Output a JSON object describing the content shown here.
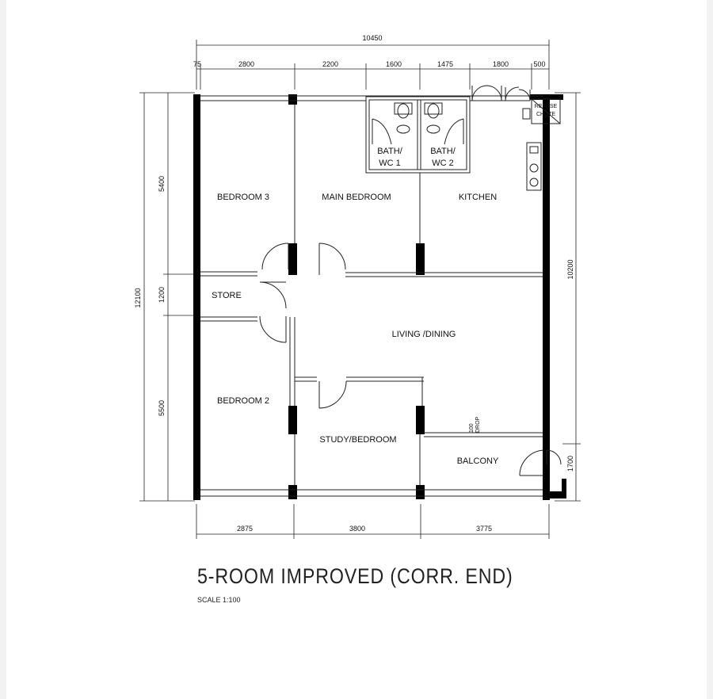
{
  "plan": {
    "title": "5-ROOM IMPROVED (CORR. END)",
    "scale_label": "SCALE  1:100",
    "top_total": "10450",
    "top_dims": [
      "75",
      "2800",
      "2200",
      "1600",
      "1475",
      "1800",
      "500"
    ],
    "bottom_dims": [
      "2875",
      "3800",
      "3775"
    ],
    "left_total": "12100",
    "left_dims": [
      "5400",
      "1200",
      "5500"
    ],
    "right_dims": [
      "10200",
      "1700"
    ],
    "rooms": {
      "bedroom3": "BEDROOM 3",
      "main_bedroom": "MAIN BEDROOM",
      "bath1_line1": "BATH/",
      "bath1_line2": "WC 1",
      "bath2_line1": "BATH/",
      "bath2_line2": "WC 2",
      "kitchen": "KITCHEN",
      "store": "STORE",
      "living": "LIVING /DINING",
      "bedroom2": "BEDROOM 2",
      "study": "STUDY/BEDROOM",
      "balcony": "BALCONY",
      "refuse_line1": "REFUSE",
      "refuse_line2": "CHUTE",
      "drop_line1": "100",
      "drop_line2": "DROP"
    }
  }
}
